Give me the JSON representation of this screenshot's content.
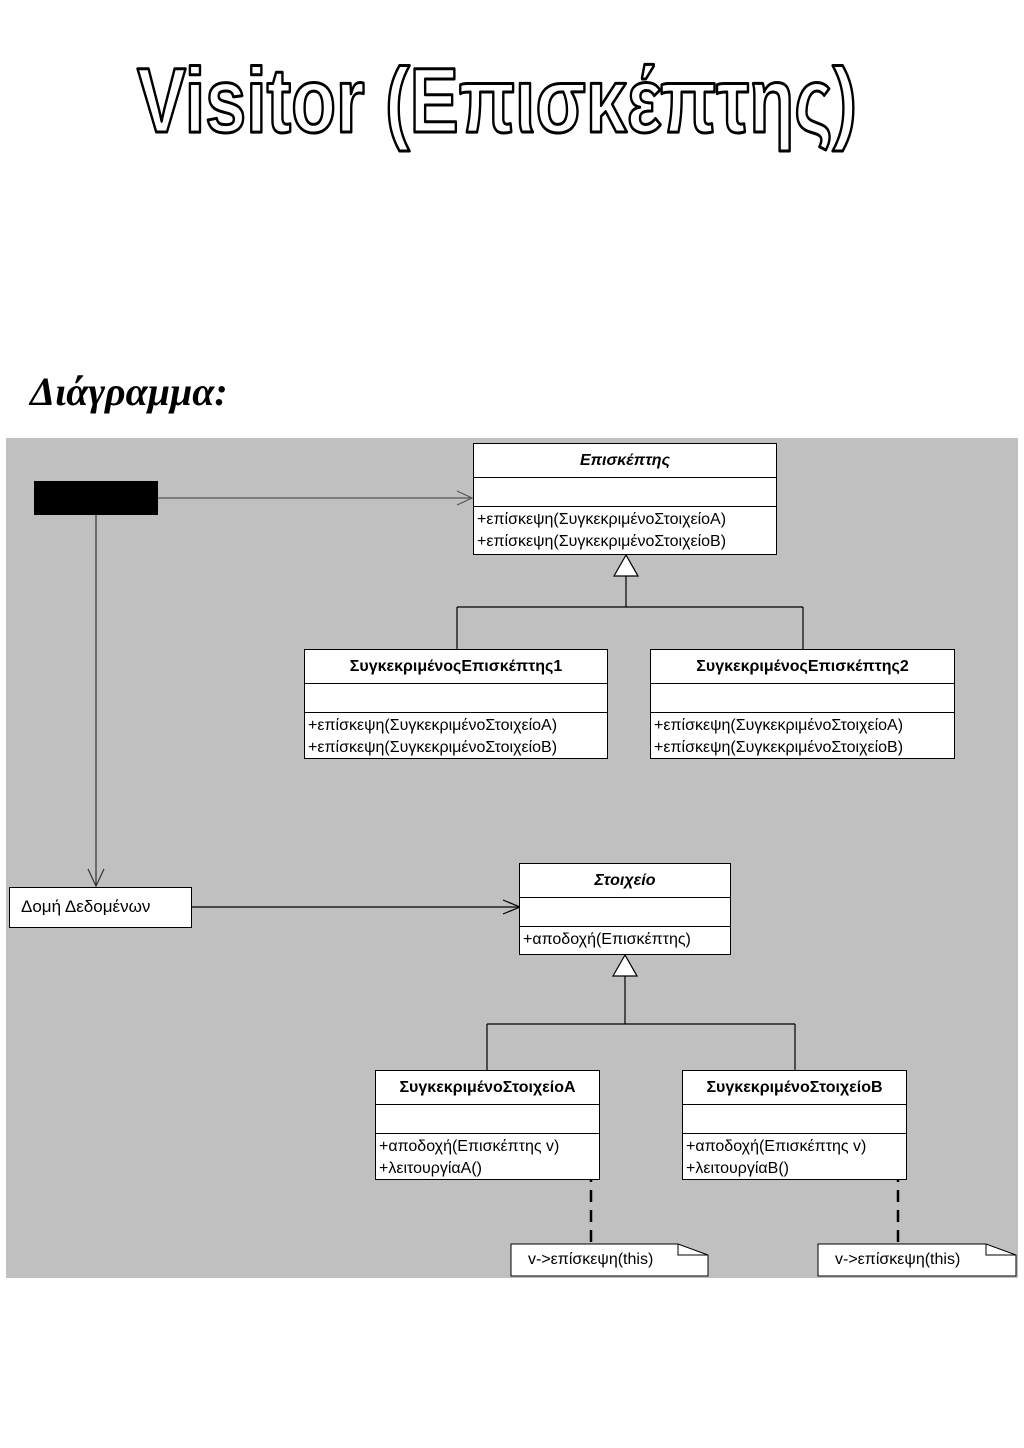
{
  "title": "Visitor (Επισκέπτης)",
  "subtitle": "Διάγραμμα:",
  "diagram": {
    "visitor": {
      "name": "Επισκέπτης",
      "ops": [
        "+επίσκεψη(ΣυγκεκριμένοΣτοιχείοΑ)",
        "+επίσκεψη(ΣυγκεκριμένοΣτοιχείοΒ)"
      ]
    },
    "concrete_visitor_1": {
      "name": "ΣυγκεκριμένοςΕπισκέπτης1",
      "ops": [
        "+επίσκεψη(ΣυγκεκριμένοΣτοιχείοΑ)",
        "+επίσκεψη(ΣυγκεκριμένοΣτοιχείοΒ)"
      ]
    },
    "concrete_visitor_2": {
      "name": "ΣυγκεκριμένοςΕπισκέπτης2",
      "ops": [
        "+επίσκεψη(ΣυγκεκριμένοΣτοιχείοΑ)",
        "+επίσκεψη(ΣυγκεκριμένοΣτοιχείοΒ)"
      ]
    },
    "element": {
      "name": "Στοιχείο",
      "ops": [
        "+αποδοχή(Επισκέπτης)"
      ]
    },
    "concrete_element_a": {
      "name": "ΣυγκεκριμένοΣτοιχείοΑ",
      "ops": [
        "+αποδοχή(Επισκέπτης v)",
        "+λειτουργίαΑ()"
      ]
    },
    "concrete_element_b": {
      "name": "ΣυγκεκριμένοΣτοιχείοΒ",
      "ops": [
        "+αποδοχή(Επισκέπτης v)",
        "+λειτουργίαΒ()"
      ]
    },
    "data_structure": "Δομή Δεδομένων",
    "note_a": "v->επίσκεψη(this)",
    "note_b": "v->επίσκεψη(this)"
  }
}
